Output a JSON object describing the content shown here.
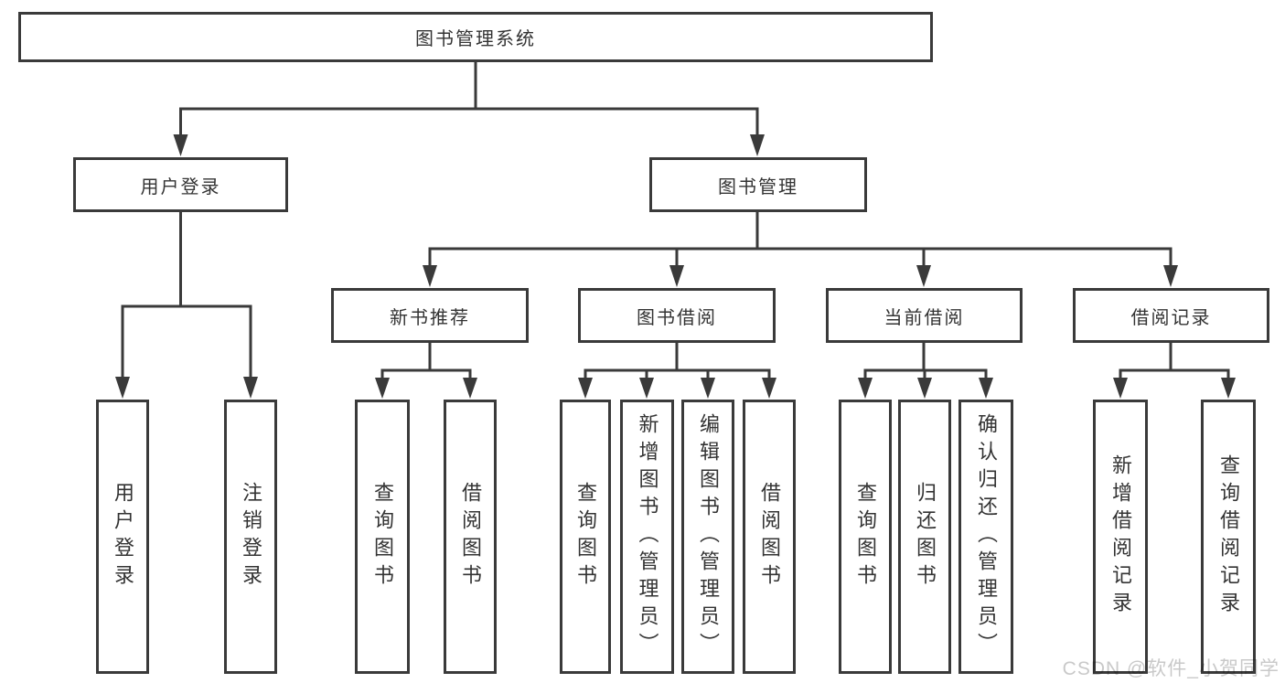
{
  "title": "图书管理系统",
  "nodes": {
    "root": {
      "label": "图书管理系统"
    },
    "user_login": {
      "label": "用户登录"
    },
    "book_mgmt": {
      "label": "图书管理"
    },
    "new_book_rec": {
      "label": "新书推荐"
    },
    "book_borrow": {
      "label": "图书借阅"
    },
    "current_borrow": {
      "label": "当前借阅"
    },
    "borrow_records": {
      "label": "借阅记录"
    },
    "leaf_user_login": {
      "label": "用户登录"
    },
    "leaf_logout": {
      "label": "注销登录"
    },
    "leaf_nbr_query": {
      "label": "查询图书"
    },
    "leaf_nbr_borrow": {
      "label": "借阅图书"
    },
    "leaf_bb_query": {
      "label": "查询图书"
    },
    "leaf_bb_add": {
      "label": "新增图书（管理员）"
    },
    "leaf_bb_edit": {
      "label": "编辑图书（管理员）"
    },
    "leaf_bb_borrow": {
      "label": "借阅图书"
    },
    "leaf_cb_query": {
      "label": "查询图书"
    },
    "leaf_cb_return": {
      "label": "归还图书"
    },
    "leaf_cb_confirm": {
      "label": "确认归还（管理员）"
    },
    "leaf_br_add": {
      "label": "新增借阅记录"
    },
    "leaf_br_query": {
      "label": "查询借阅记录"
    }
  },
  "watermark": "CSDN @软件_小贺同学",
  "colors": {
    "line": "#3a3a3a",
    "text": "#333333",
    "background": "#ffffff",
    "watermark": "#c9c9c9"
  }
}
